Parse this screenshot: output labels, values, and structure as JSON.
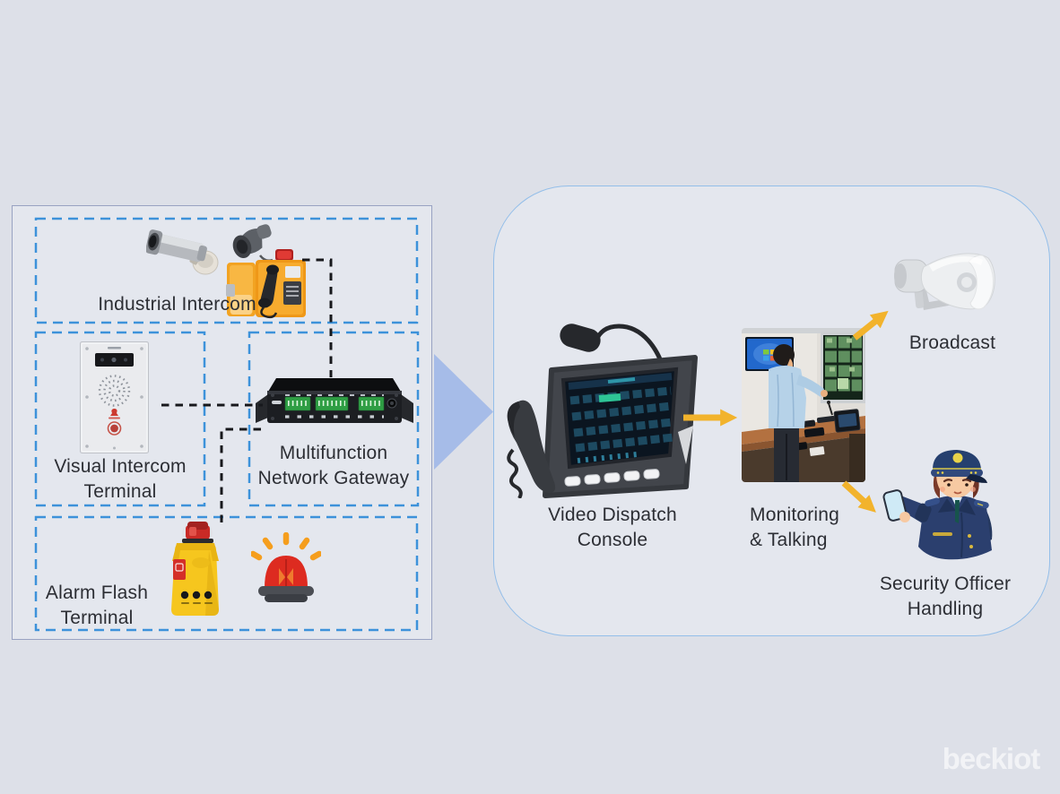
{
  "left_panel": {
    "industrial": {
      "label": "Industrial Intercom"
    },
    "visual": {
      "line1": "Visual Intercom",
      "line2": "Terminal"
    },
    "gateway": {
      "line1": "Multifunction",
      "line2": "Network Gateway"
    },
    "alarm": {
      "line1": "Alarm Flash",
      "line2": "Terminal"
    }
  },
  "right_panel": {
    "console": {
      "label": "Video Dispatch Console"
    },
    "monitoring": {
      "line1": "Monitoring",
      "line2": "& Talking"
    },
    "broadcast": {
      "label": "Broadcast"
    },
    "officer": {
      "line1": "Security Officer",
      "line2": "Handling"
    }
  },
  "logo": {
    "text": "beckiot"
  },
  "icons": {
    "cctv-camera-icon": "silver bullet surveillance camera",
    "horn-speaker-icon": "grey industrial horn loudspeaker",
    "industrial-telephone-icon": "orange weatherproof telephone with red beacon",
    "intercom-panel-icon": "silver visual intercom door station",
    "network-gateway-icon": "black multifunction gateway with green terminal blocks",
    "alarm-terminal-icon": "yellow alarm flash terminal with red beacon",
    "siren-icon": "red flashing siren with orange rays",
    "dispatch-console-icon": "video dispatch console with gooseneck microphone",
    "monitoring-room-photo": "operator at CCTV monitoring desk",
    "broadcast-horn-icon": "white outdoor broadcast horn speaker",
    "security-officer-icon": "cartoon security officer holding phone",
    "flow-triangle-icon": "large blue flow triangle",
    "flow-arrow-icon": "yellow flow arrow"
  },
  "colors": {
    "background": "#dde0e8",
    "panel_fill": "#e4e7ee",
    "panel_border": "#98a2c2",
    "rounded_border": "#93bee9",
    "dashed_blue": "#3d92da",
    "connector_black": "#17181c",
    "triangle_blue": "#a6bce8",
    "arrow_yellow": "#f2b32c",
    "text": "#2c2e34",
    "logo_white": "#f4f5f8"
  }
}
